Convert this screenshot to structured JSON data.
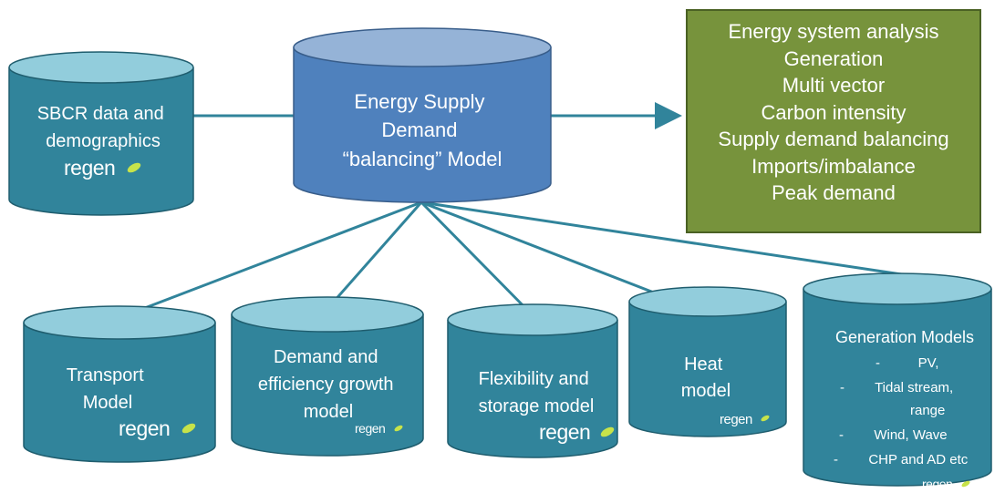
{
  "colors": {
    "cylinder_fill": "#31849b",
    "cylinder_top": "#92cddc",
    "cylinder_stroke": "#1f5d6e",
    "central_fill": "#4f81bd",
    "central_top": "#95b3d7",
    "connector": "#31849b",
    "output_fill": "#77933c",
    "logo_leaf": "#c7e34a"
  },
  "logo": {
    "text": "regen"
  },
  "central": {
    "lines": [
      "Energy Supply",
      "Demand",
      "“balancing” Model"
    ]
  },
  "input": {
    "lines": [
      "SBCR data and",
      "demographics"
    ]
  },
  "transport": {
    "lines": [
      "Transport",
      "Model"
    ]
  },
  "demand": {
    "lines": [
      "Demand and",
      "efficiency growth",
      "model"
    ]
  },
  "flexibility": {
    "lines": [
      "Flexibility and",
      "storage model"
    ]
  },
  "heat": {
    "lines": [
      "Heat",
      "model"
    ]
  },
  "generation": {
    "title": "Generation Models",
    "items": [
      "-          PV,",
      "-        Tidal stream,",
      "range",
      "-        Wind, Wave",
      "-        CHP and AD etc"
    ]
  },
  "output": {
    "lines": [
      "Energy system analysis",
      "Generation",
      "Multi vector",
      "Carbon intensity",
      "Supply demand balancing",
      "Imports/imbalance",
      "Peak demand"
    ]
  }
}
